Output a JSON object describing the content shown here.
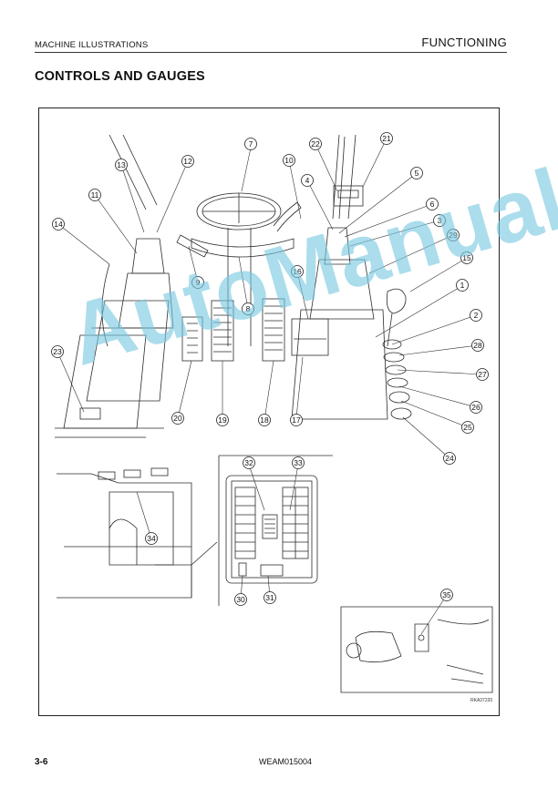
{
  "header": {
    "section": "MACHINE ILLUSTRATIONS",
    "chapter": "FUNCTIONING"
  },
  "title": "CONTROLS AND GAUGES",
  "figure": {
    "code": "RKA37220",
    "callouts": [
      "1",
      "2",
      "3",
      "4",
      "5",
      "6",
      "7",
      "8",
      "9",
      "10",
      "11",
      "12",
      "13",
      "14",
      "15",
      "16",
      "17",
      "18",
      "19",
      "20",
      "21",
      "22",
      "23",
      "24",
      "25",
      "26",
      "27",
      "28",
      "29",
      "30",
      "31",
      "32",
      "33",
      "34",
      "35"
    ]
  },
  "watermark": "AutoManual",
  "footer": {
    "page": "3-6",
    "doc_code": "WEAM015004"
  }
}
